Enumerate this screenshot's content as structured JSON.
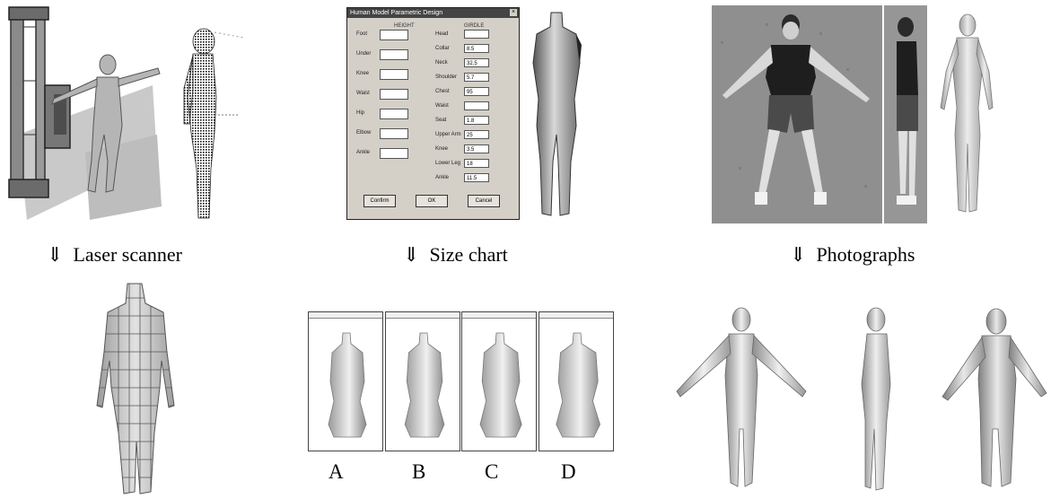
{
  "pipelines": [
    {
      "arrow": "⇓",
      "label": "Laser scanner"
    },
    {
      "arrow": "⇓",
      "label": "Size chart"
    },
    {
      "arrow": "⇓",
      "label": "Photographs"
    }
  ],
  "dialog": {
    "title": "Human Model Parametric Design",
    "col_left_header": "HEIGHT",
    "col_right_header": "GIRDLE",
    "left_labels": [
      "Foot",
      "Under",
      "Knee",
      "Waist",
      "Hip",
      "Elbow",
      "Ankle"
    ],
    "right_labels": [
      "Head",
      "Collar",
      "Neck",
      "Shoulder",
      "Chest",
      "Waist",
      "Seat",
      "Upper Arm",
      "Knee",
      "Lower Leg",
      "Ankle"
    ],
    "right_values": [
      "",
      "8.5",
      "32.5",
      "5.7",
      "95",
      "",
      "1.8",
      "25",
      "3.5",
      "18",
      "11.5"
    ],
    "buttons": [
      "Confirm",
      "OK",
      "Cancel"
    ]
  },
  "variants": [
    "A",
    "B",
    "C",
    "D"
  ]
}
